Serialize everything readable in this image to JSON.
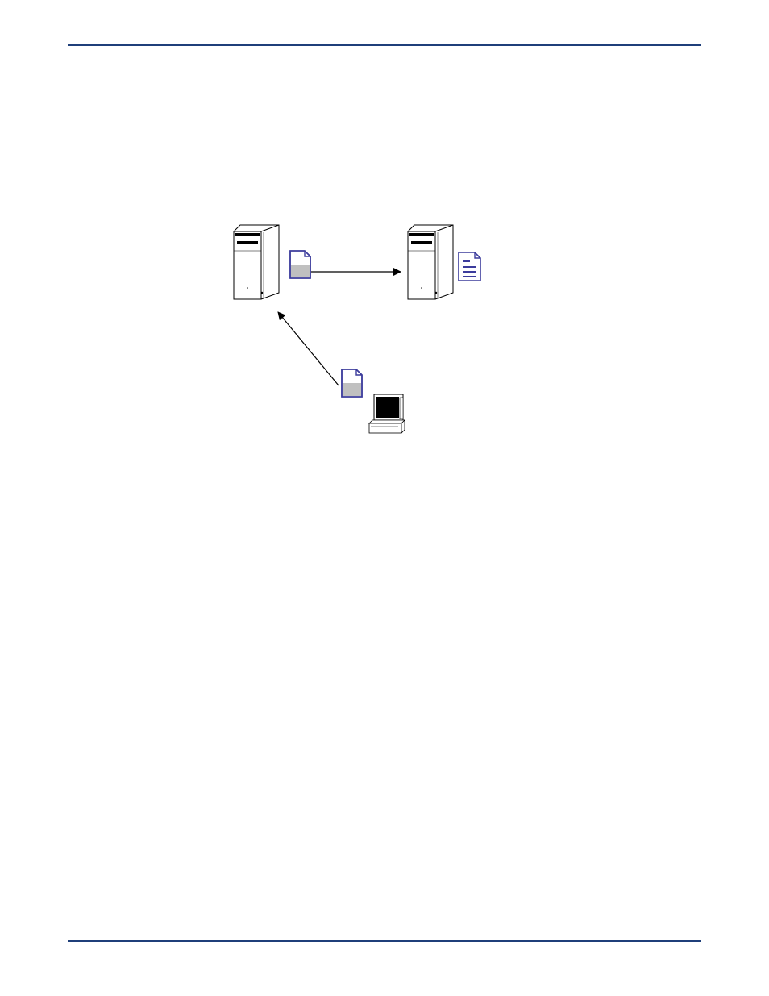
{
  "page": {
    "rule_color": "#1f3f7a"
  },
  "diagram": {
    "nodes": [
      {
        "id": "server-source",
        "kind": "server",
        "icon": "tower-server-icon"
      },
      {
        "id": "server-target",
        "kind": "server",
        "icon": "tower-server-icon"
      },
      {
        "id": "workstation",
        "kind": "workstation",
        "icon": "desktop-computer-icon"
      },
      {
        "id": "doc-in-transit-1",
        "kind": "document",
        "icon": "partial-document-icon"
      },
      {
        "id": "doc-in-transit-2",
        "kind": "document",
        "icon": "partial-document-icon"
      },
      {
        "id": "doc-complete",
        "kind": "document",
        "icon": "text-document-icon"
      }
    ],
    "edges": [
      {
        "from": "workstation",
        "to": "server-source"
      },
      {
        "from": "server-source",
        "to": "server-target"
      }
    ],
    "colors": {
      "document_stroke": "#3c3c9c",
      "document_fill": "#ffffff",
      "document_partial_fill": "#c0c0c0",
      "line": "#000000"
    }
  }
}
